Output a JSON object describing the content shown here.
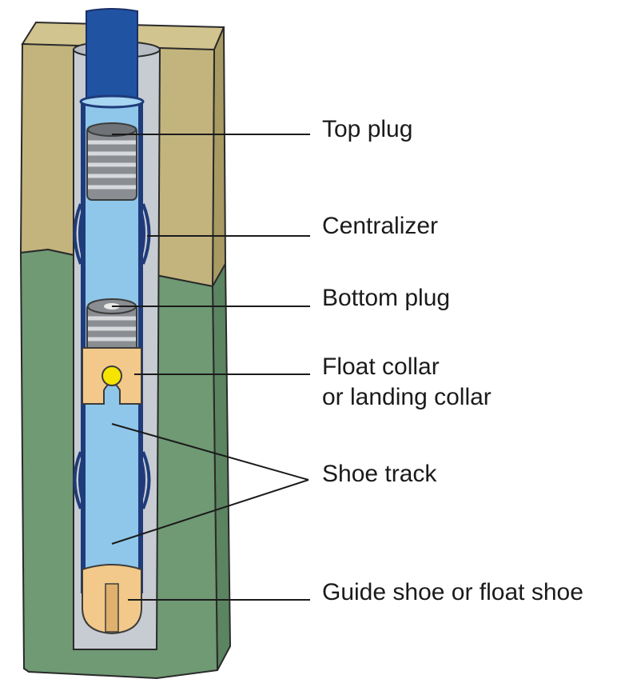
{
  "colors": {
    "soil_top": "#c3b47d",
    "soil_top_dark": "#a89a63",
    "soil_bottom": "#6f9a74",
    "soil_bottom_dark": "#5b8461",
    "annulus": "#c6ccd2",
    "casing_wall": "#1f3b7a",
    "casing_fluid": "#8fc7ea",
    "drill_pipe": "#2153a3",
    "plug": "#8a8d92",
    "collar": "#f2c98a",
    "float_ball": "#f5e400",
    "leader_line": "#1b1b1b"
  },
  "labels": {
    "top_plug": "Top plug",
    "centralizer": "Centralizer",
    "bottom_plug": "Bottom plug",
    "float_collar_line1": "Float collar",
    "float_collar_line2": "or landing collar",
    "shoe_track": "Shoe track",
    "guide_shoe": "Guide shoe or float shoe"
  }
}
